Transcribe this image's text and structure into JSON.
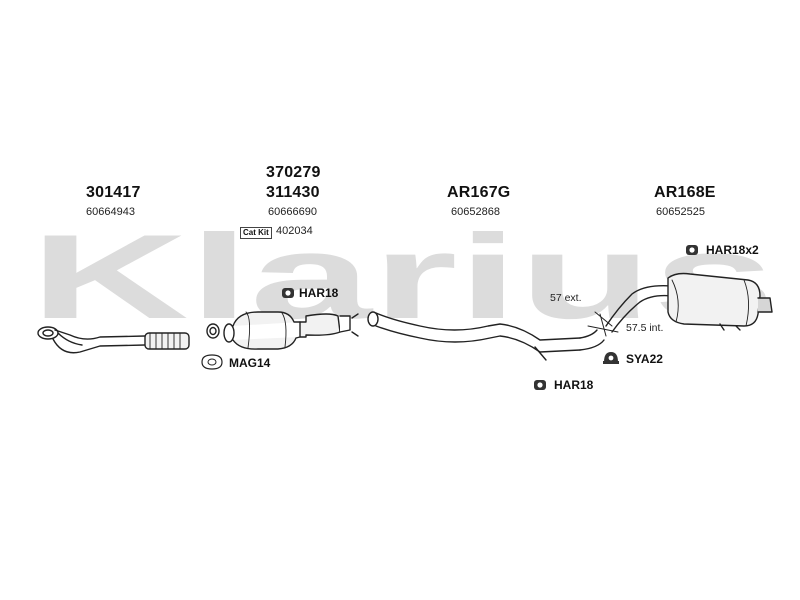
{
  "watermark": {
    "text": "Klarius",
    "color": "#dcdcdc"
  },
  "colors": {
    "line": "#222222",
    "part_fill": "#f2f2f2",
    "part_fill_dark": "#d6d6d6"
  },
  "parts": {
    "front_pipe": {
      "number": "301417",
      "ref": "60664943"
    },
    "catalyst": {
      "number_top": "370279",
      "number": "311430",
      "ref": "60666690",
      "catkit_badge": "Cat Kit",
      "catkit_number": "402034"
    },
    "middle_pipe": {
      "number": "AR167G",
      "ref": "60652868"
    },
    "rear_silencer": {
      "number": "AR168E",
      "ref": "60652525"
    }
  },
  "accessories": {
    "har18_upper": "HAR18",
    "mag14": "MAG14",
    "har18_lower": "HAR18",
    "sya22": "SYA22",
    "har18x2": "HAR18x2"
  },
  "dimensions": {
    "ext": "57 ext.",
    "int": "57.5 int."
  },
  "icons": {
    "hanger": "rubber-hanger-icon",
    "gasket": "flange-gasket-icon",
    "clamp": "exhaust-clamp-icon"
  }
}
